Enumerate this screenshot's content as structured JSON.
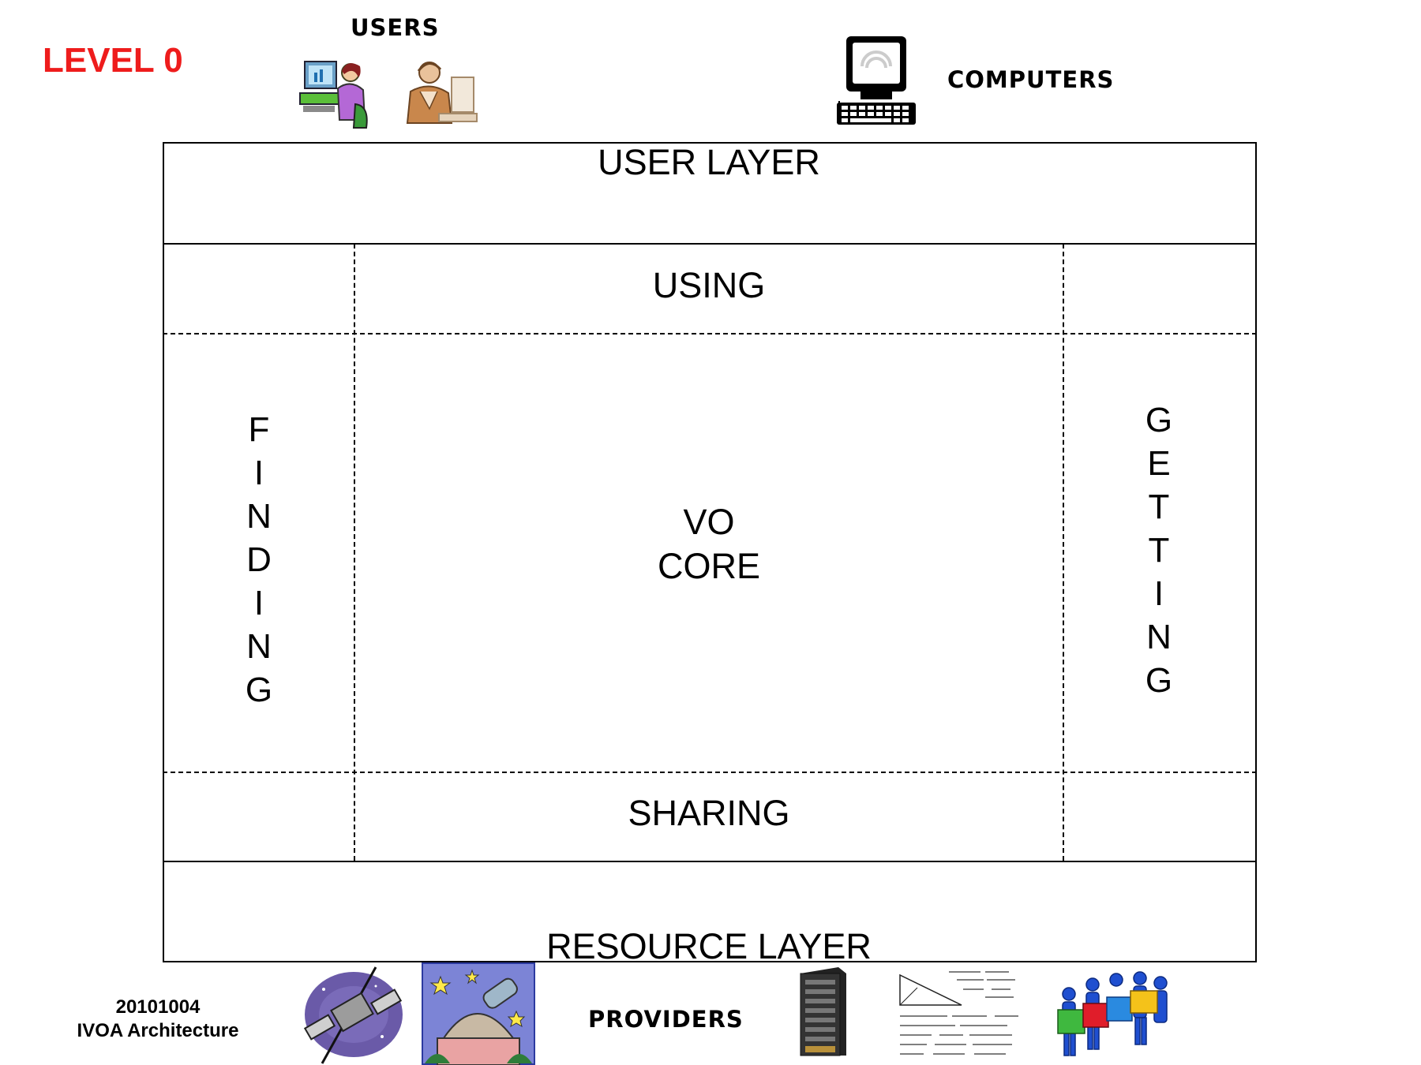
{
  "level_label": "LEVEL 0",
  "users_label": "USERS",
  "computers_label": "COMPUTERS",
  "providers_label": "PROVIDERS",
  "date_label": "20101004",
  "architecture_label": "IVOA Architecture",
  "layers": {
    "user_layer": "USER LAYER",
    "using": "USING",
    "vo": "VO",
    "core": "CORE",
    "sharing": "SHARING",
    "resource_layer": "RESOURCE LAYER",
    "finding": [
      "F",
      "I",
      "N",
      "D",
      "I",
      "N",
      "G"
    ],
    "getting": [
      "G",
      "E",
      "T",
      "T",
      "I",
      "N",
      "G"
    ]
  },
  "colors": {
    "level_red": "#ee1c1c"
  },
  "icons": [
    "woman-at-computer-icon",
    "man-at-desk-icon",
    "desktop-computer-icon",
    "satellite-icon",
    "observatory-icon",
    "server-rack-icon",
    "math-formulas-icon",
    "puzzle-people-icon"
  ]
}
